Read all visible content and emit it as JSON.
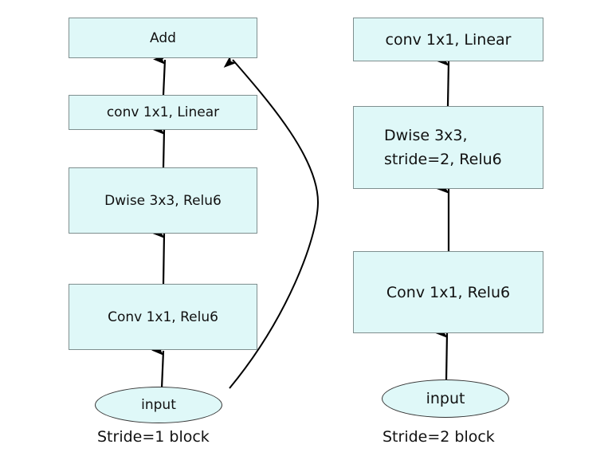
{
  "left_block": {
    "add": "Add",
    "conv_linear": "conv 1x1, Linear",
    "dwise": "Dwise 3x3, Relu6",
    "conv_relu": "Conv 1x1, Relu6",
    "input": "input",
    "caption": "Stride=1 block"
  },
  "right_block": {
    "conv_linear": "conv 1x1, Linear",
    "dwise_line1": "Dwise 3x3,",
    "dwise_line2": "stride=2, Relu6",
    "conv_relu": "Conv 1x1, Relu6",
    "input": "input",
    "caption": "Stride=2 block"
  },
  "colors": {
    "box_fill": "#dff8f8",
    "arrow": "#000000"
  }
}
